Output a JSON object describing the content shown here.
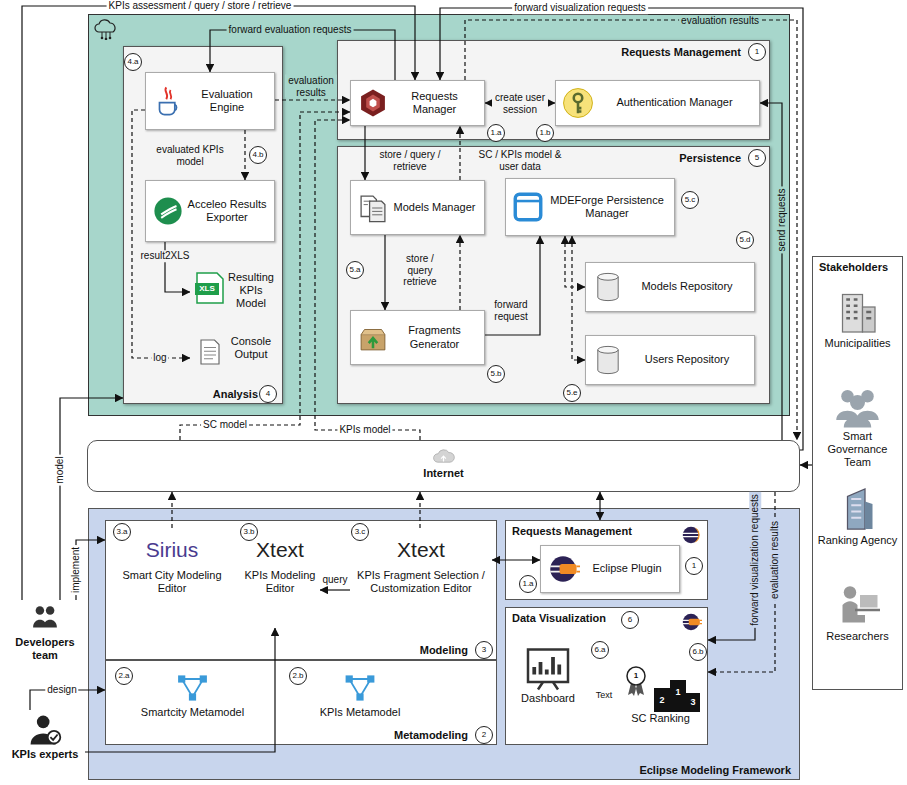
{
  "diagram": {
    "nodes": [
      {
        "text": [
          "Requests Management"
        ]
      },
      {
        "text": [
          "Requests Manager"
        ],
        "in": 0
      },
      {
        "text": [
          "Authentication Manager"
        ],
        "in": 0
      },
      {
        "text": [
          "Persistence"
        ]
      },
      {
        "text": [
          "Models Manager"
        ],
        "in": 3
      },
      {
        "text": [
          "MDEForge Persistence Manager"
        ],
        "in": 3
      },
      {
        "text": [
          "Fragments Generator"
        ],
        "in": 3
      },
      {
        "text": [
          "Models Repository"
        ],
        "in": 3
      },
      {
        "text": [
          "Users Repository"
        ],
        "in": 3
      },
      {
        "text": [
          "Analysis"
        ]
      },
      {
        "text": [
          "Evaluation Engine"
        ],
        "in": 9
      },
      {
        "text": [
          "Acceleo Results Exporter"
        ],
        "in": 9
      },
      {
        "text": [
          "Resulting KPIs Model"
        ],
        "in": 9
      },
      {
        "text": [
          "Console Output"
        ],
        "in": 9
      },
      {
        "text": [
          "Internet"
        ]
      },
      {
        "text": [
          "Eclipse Modeling Framework"
        ]
      },
      {
        "text": [
          "Modeling"
        ],
        "in": 15
      },
      {
        "text": [
          "Sirius",
          "Smart City Modeling Editor"
        ],
        "in": 16
      },
      {
        "text": [
          "Xtext",
          "KPIs Modeling Editor"
        ],
        "in": 16
      },
      {
        "text": [
          "Xtext",
          "KPIs Fragment Selection / Customization Editor"
        ],
        "in": 16
      },
      {
        "text": [
          "Metamodeling"
        ],
        "in": 15
      },
      {
        "text": [
          "Smartcity Metamodel"
        ],
        "in": 20
      },
      {
        "text": [
          "KPIs Metamodel"
        ],
        "in": 20
      },
      {
        "text": [
          "Requests Management"
        ],
        "in": 15
      },
      {
        "text": [
          "Eclipse Plugin"
        ],
        "in": 23
      },
      {
        "text": [
          "Data Visualization"
        ],
        "in": 15
      },
      {
        "text": [
          "Dashboard"
        ],
        "in": 25
      },
      {
        "text": [
          "SC Ranking"
        ],
        "in": 25
      },
      {
        "text": [
          "Stakeholders"
        ]
      },
      {
        "text": [
          "Municipalities"
        ],
        "in": 28
      },
      {
        "text": [
          "Smart Governance Team"
        ],
        "in": 28
      },
      {
        "text": [
          "Ranking Agency"
        ],
        "in": 28
      },
      {
        "text": [
          "Researchers"
        ],
        "in": 28
      },
      {
        "text": [
          "Developers team"
        ]
      },
      {
        "text": [
          "KPIs experts"
        ]
      }
    ],
    "edges": [
      {
        "from": 1,
        "to": 2,
        "label": "create user session",
        "arrow": "both"
      },
      {
        "from": 1,
        "to": 10,
        "label": "forward evaluation requests",
        "arrow": "to"
      },
      {
        "from": 10,
        "to": 1,
        "label": "evaluation results",
        "arrow": "to"
      },
      {
        "from": 14,
        "to": 1,
        "label": "SC model",
        "arrow": "to"
      },
      {
        "from": 14,
        "to": 1,
        "label": "KPIs model",
        "arrow": "to"
      },
      {
        "from": 1,
        "to": 4,
        "label": "store / query / retrieve",
        "arrow": "to"
      },
      {
        "from": 4,
        "to": 1,
        "label": "SC / KPIs model & user data",
        "arrow": "to"
      },
      {
        "from": 4,
        "to": 6,
        "label": "store / query retrieve",
        "arrow": "to"
      },
      {
        "from": 6,
        "to": 4,
        "arrow": "to"
      },
      {
        "from": 6,
        "to": 5,
        "label": "forward request",
        "arrow": "to"
      },
      {
        "from": 5,
        "to": 7,
        "arrow": "both"
      },
      {
        "from": 5,
        "to": 8,
        "arrow": "both"
      },
      {
        "from": 10,
        "to": 11,
        "label": "evaluated KPIs model",
        "arrow": "to"
      },
      {
        "from": 11,
        "to": 12,
        "label": "result2XLS",
        "arrow": "to"
      },
      {
        "from": 10,
        "to": 13,
        "label": "log",
        "arrow": "to"
      },
      {
        "from": 33,
        "to": 1,
        "label": "KPIs assessment / query / store / retrieve",
        "arrow": "to"
      },
      {
        "from": 14,
        "to": 1,
        "label": "forward visualization requests",
        "arrow": "to"
      },
      {
        "from": 1,
        "to": 14,
        "label": "evaluation results",
        "arrow": "to"
      },
      {
        "from": 14,
        "to": 2,
        "label": "send requests",
        "arrow": "to"
      },
      {
        "from": 28,
        "to": 14,
        "arrow": "to"
      },
      {
        "from": 17,
        "to": 14,
        "arrow": "to"
      },
      {
        "from": 19,
        "to": 14,
        "arrow": "to"
      },
      {
        "from": 19,
        "to": 18,
        "label": "query",
        "arrow": "to"
      },
      {
        "from": 19,
        "to": 24,
        "arrow": "both"
      },
      {
        "from": 14,
        "to": 23,
        "arrow": "both"
      },
      {
        "from": 14,
        "to": 25,
        "label": "forward visualization requests",
        "arrow": "to"
      },
      {
        "from": 14,
        "to": 25,
        "label": "evaluation results",
        "arrow": "to"
      },
      {
        "from": 33,
        "to": 9,
        "label": "model",
        "arrow": "to"
      },
      {
        "from": 33,
        "to": 16,
        "label": "implement",
        "arrow": "to"
      },
      {
        "from": 34,
        "to": 20,
        "label": "design",
        "arrow": "to"
      },
      {
        "from": 34,
        "to": 18,
        "arrow": "to"
      }
    ],
    "labels": [
      "1",
      "1.a",
      "1.b",
      "4.a",
      "4.b",
      "4",
      "5",
      "5.a",
      "5.b",
      "5.c",
      "5.d",
      "5.e",
      "XLS",
      "3.a",
      "3.b",
      "3.c",
      "3",
      "2.a",
      "2.b",
      "2",
      "1",
      "1.a",
      "6",
      "6.a",
      "6.b",
      "Text",
      "1",
      "2",
      "1",
      "3"
    ]
  }
}
